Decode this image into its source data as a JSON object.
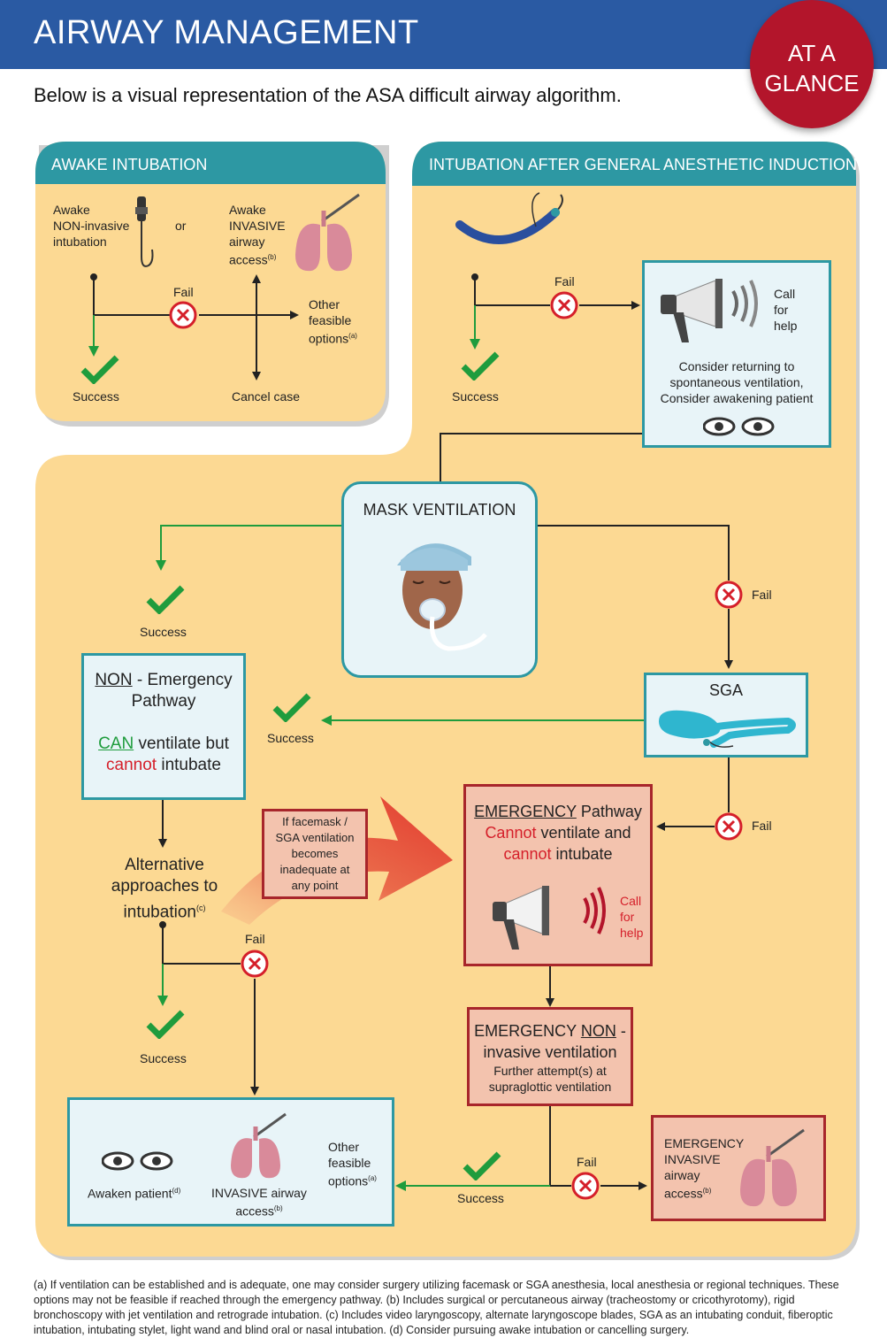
{
  "header": {
    "title": "AIRWAY MANAGEMENT",
    "badge_line1": "AT A",
    "badge_line2": "GLANCE"
  },
  "intro": "Below is a visual representation of the ASA difficult airway algorithm.",
  "colors": {
    "header_blue": "#2a5aa3",
    "badge_red": "#b3152b",
    "panel": "#fcd993",
    "teal": "#2d98a3",
    "red": "#d51f2a",
    "green": "#1f9c3d"
  },
  "awake": {
    "title": "AWAKE INTUBATION",
    "noninvasive": [
      "Awake",
      "NON-invasive",
      "intubation"
    ],
    "or": "or",
    "invasive": [
      "Awake",
      "INVASIVE",
      "airway",
      "access"
    ],
    "invasive_sup": "(b)",
    "fail": "Fail",
    "other": [
      "Other",
      "feasible",
      "options"
    ],
    "other_sup": "(a)",
    "success": "Success",
    "cancel": "Cancel case"
  },
  "general": {
    "title": "INTUBATION AFTER GENERAL ANESTHETIC INDUCTION",
    "fail": "Fail",
    "success": "Success",
    "call_help": [
      "Call",
      "for",
      "help"
    ],
    "consider": [
      "Consider returning to",
      "spontaneous ventilation,",
      "Consider awakening patient"
    ]
  },
  "mask": {
    "title": "MASK VENTILATION",
    "success": "Success",
    "fail": "Fail"
  },
  "nonemergency": {
    "non": "NON",
    "title_rest": " - Emergency",
    "line2": "Pathway",
    "can": "CAN",
    "can_rest": " ventilate but",
    "cannot": "cannot",
    "cannot_rest": " intubate"
  },
  "sga": {
    "title": "SGA",
    "success": "Success",
    "fail": "Fail"
  },
  "emergency": {
    "emergency": "EMERGENCY",
    "pathway": " Pathway",
    "cannot1": "Cannot",
    "rest1": " ventilate and",
    "cannot2": "cannot",
    "rest2": " intubate",
    "call_help": [
      "Call",
      "for",
      "help"
    ]
  },
  "facemask_note": [
    "If facemask /",
    "SGA ventilation",
    "becomes",
    "inadequate at",
    "any point"
  ],
  "alternative": {
    "lines": [
      "Alternative",
      "approaches to",
      "intubation"
    ],
    "sup": "(c)",
    "fail": "Fail",
    "success": "Success"
  },
  "noninv": {
    "line1a": "EMERGENCY ",
    "line1b": "NON",
    "line1c": " -",
    "line2": "invasive ventilation",
    "line3": "Further attempt(s) at",
    "line4": "supraglottic ventilation",
    "success": "Success",
    "fail": "Fail"
  },
  "final": {
    "awaken": "Awaken patient",
    "awaken_sup": "(d)",
    "invasive": [
      "INVASIVE airway",
      "access"
    ],
    "invasive_sup": "(b)",
    "other": [
      "Other",
      "feasible",
      "options"
    ],
    "other_sup": "(a)"
  },
  "emerg_invasive": {
    "lines": [
      "EMERGENCY",
      "INVASIVE",
      "airway",
      "access"
    ],
    "sup": "(b)"
  },
  "footnote": "(a) If ventilation can be established and is adequate, one may consider surgery utilizing facemask or SGA anesthesia, local anesthesia or regional techniques. These options may not be feasible if reached through the emergency pathway. (b) Includes surgical or percutaneous airway (tracheostomy or cricothyrotomy), rigid bronchoscopy with jet ventilation and retrograde intubation. (c) Includes video laryngoscopy, alternate laryngoscope blades, SGA as an intubating conduit, fiberoptic intubation, intubating stylet, light wand and blind oral or nasal intubation. (d) Consider pursuing awake intubation or cancelling surgery."
}
